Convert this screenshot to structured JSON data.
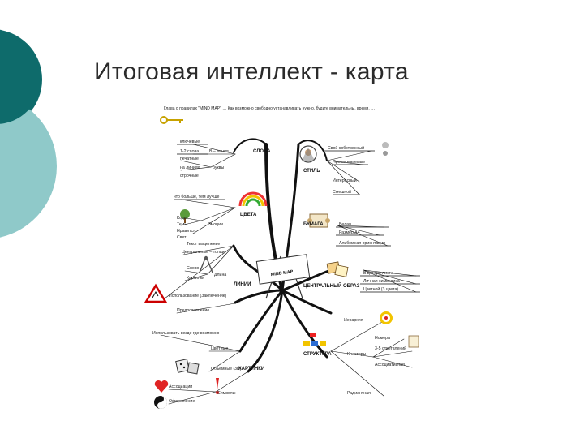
{
  "slide": {
    "title": "Итоговая интеллект - карта",
    "colors": {
      "teal_dark": "#0e6b6b",
      "teal_light": "#8fc9c9",
      "rule": "#8a8a8a"
    }
  },
  "mindmap": {
    "intro": "Глава о правилах \"MIND MAP\" … Как возможно свободно устанавливать нужно, будьте внимательны, время, …",
    "center": "MIND MAP",
    "branches": {
      "slova": {
        "label": "СЛОВА",
        "leaves": [
          "ключевые",
          "1-2 слова",
          "В – линия",
          "печатные",
          "на линиях",
          "строчные",
          "буквы"
        ]
      },
      "cveta": {
        "label": "ЦВЕТА",
        "leaves": [
          "что больше, тем лучше",
          "Коды",
          "Темы",
          "Нравится",
          "Эмоции",
          "Свет",
          "Текст выделение"
        ]
      },
      "linii": {
        "label": "ЛИНИИ",
        "leaves": [
          "Центральные – толще",
          "Слово",
          "Картинки",
          "Длина"
        ]
      },
      "kartinki": {
        "label": "КАРТИНКИ",
        "leaves": [
          "Использовать везде где возможно",
          "Цветные",
          "Объёмные (3D)",
          "Ассоциации",
          "Символы",
          "Оформление"
        ]
      },
      "stil": {
        "label": "СТИЛЬ",
        "leaves": [
          "Свой собственный",
          "Прописываемые",
          "Интересный",
          "Смешной"
        ]
      },
      "bumaga": {
        "label": "БУМАГА",
        "leaves": [
          "Белая",
          "Размер А4",
          "Альбомная ориентация"
        ]
      },
      "centralnyi": {
        "label": "ЦЕНТРАЛЬНЫЙ ОБРАЗ",
        "leaves": [
          "В центре листа",
          "Личная символика",
          "Цветной (3 цвета)"
        ]
      },
      "struktura": {
        "label": "СТРУКТУРА",
        "leaves": [
          "Иерархия",
          "Номера",
          "3-5 ответвлений",
          "Кластеры",
          "Ассоциативная",
          "Радиантная"
        ]
      },
      "side_notes": [
        "Использование (Заключение)",
        "Предоставление"
      ]
    },
    "icons": [
      "key-icon",
      "rainbow-icon",
      "drafting-compass-icon",
      "warning-sign-icon",
      "dice-icon",
      "heart-icon",
      "yin-yang-icon",
      "exclamation-icon",
      "wizard-icon",
      "glitter-icon",
      "scroll-icon",
      "collage-icon",
      "target-icon",
      "tree-icon",
      "paper-icon"
    ]
  }
}
